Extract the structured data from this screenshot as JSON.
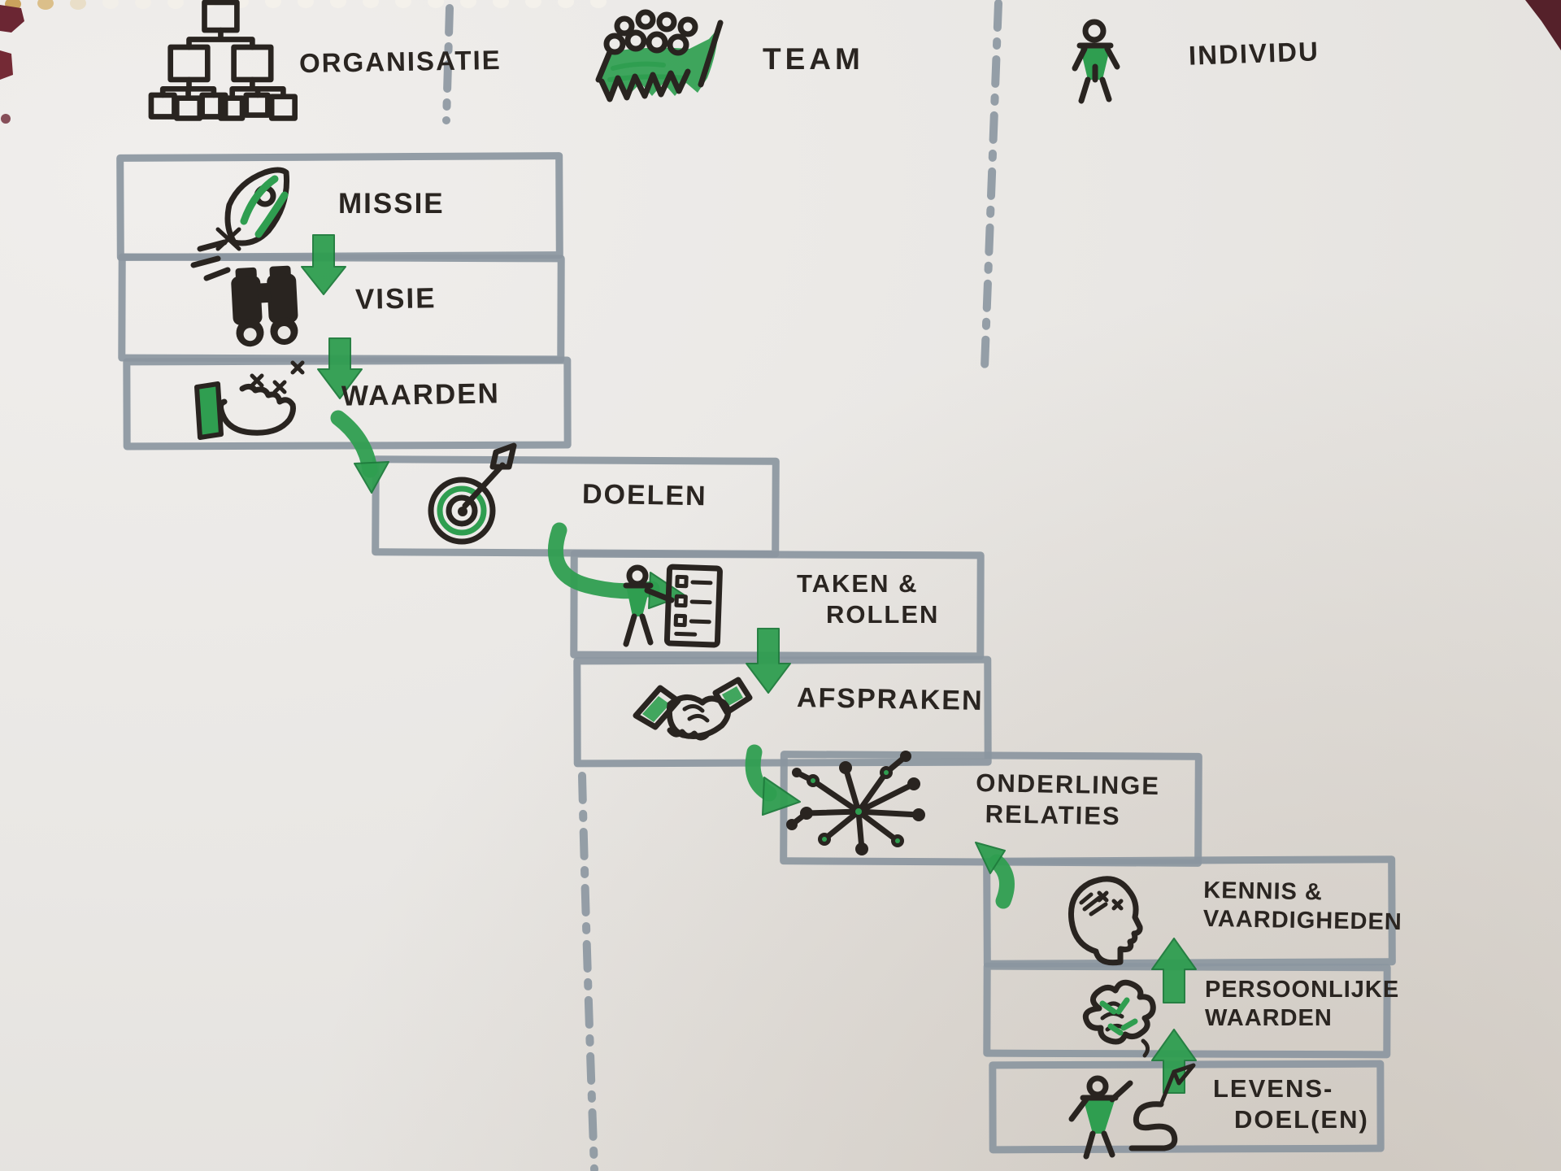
{
  "title": "Organisatie / Team / Individu cascade sketchnote",
  "colors": {
    "paper": "#e9e7e4",
    "box_border_gray": "#8b96a0",
    "marker_black": "#292420",
    "marker_green": "#2f9e50",
    "marker_green_dark": "#1e7c3c"
  },
  "columns": [
    {
      "label": "ORGANISATIE",
      "icon": "org-chart-icon"
    },
    {
      "label": "TEAM",
      "icon": "team-crowd-icon"
    },
    {
      "label": "INDIVIDU",
      "icon": "person-icon"
    }
  ],
  "boxes": [
    {
      "id": "missie",
      "column": "organisatie",
      "icon": "rocket-icon",
      "lines": [
        "MISSIE"
      ]
    },
    {
      "id": "visie",
      "column": "organisatie",
      "icon": "binoculars-icon",
      "lines": [
        "VISIE"
      ]
    },
    {
      "id": "waarden",
      "column": "organisatie",
      "icon": "hand-stars-icon",
      "lines": [
        "WAARDEN"
      ]
    },
    {
      "id": "doelen",
      "column": "organisatie-team",
      "icon": "target-dart-icon",
      "lines": [
        "DOELEN"
      ]
    },
    {
      "id": "taken-rollen",
      "column": "team",
      "icon": "person-checklist-icon",
      "lines": [
        "TAKEN &",
        "ROLLEN"
      ]
    },
    {
      "id": "afspraken",
      "column": "team",
      "icon": "handshake-icon",
      "lines": [
        "AFSPRAKEN"
      ]
    },
    {
      "id": "onderlinge-relaties",
      "column": "team-individu",
      "icon": "network-icon",
      "lines": [
        "ONDERLINGE",
        "RELATIES"
      ]
    },
    {
      "id": "kennis-vaardigheden",
      "column": "individu",
      "icon": "head-brain-icon",
      "lines": [
        "KENNIS &",
        "VAARDIGHEDEN"
      ]
    },
    {
      "id": "persoonlijke-waarden",
      "column": "individu",
      "icon": "brain-knot-icon",
      "lines": [
        "PERSOONLIJKE",
        "WAARDEN"
      ]
    },
    {
      "id": "levens-doelen",
      "column": "individu",
      "icon": "person-path-flag-icon",
      "lines": [
        "LEVENS-",
        "DOEL(EN)"
      ]
    }
  ],
  "flows": [
    {
      "from": "missie",
      "to": "visie",
      "direction": "down"
    },
    {
      "from": "visie",
      "to": "waarden",
      "direction": "down"
    },
    {
      "from": "waarden",
      "to": "doelen",
      "direction": "down-right"
    },
    {
      "from": "doelen",
      "to": "taken-rollen",
      "direction": "down-right"
    },
    {
      "from": "taken-rollen",
      "to": "afspraken",
      "direction": "down"
    },
    {
      "from": "afspraken",
      "to": "onderlinge-relaties",
      "direction": "down-right"
    },
    {
      "from": "kennis-vaardigheden",
      "to": "onderlinge-relaties",
      "direction": "up"
    },
    {
      "from": "persoonlijke-waarden",
      "to": "kennis-vaardigheden",
      "direction": "up"
    },
    {
      "from": "levens-doelen",
      "to": "persoonlijke-waarden",
      "direction": "up"
    }
  ]
}
